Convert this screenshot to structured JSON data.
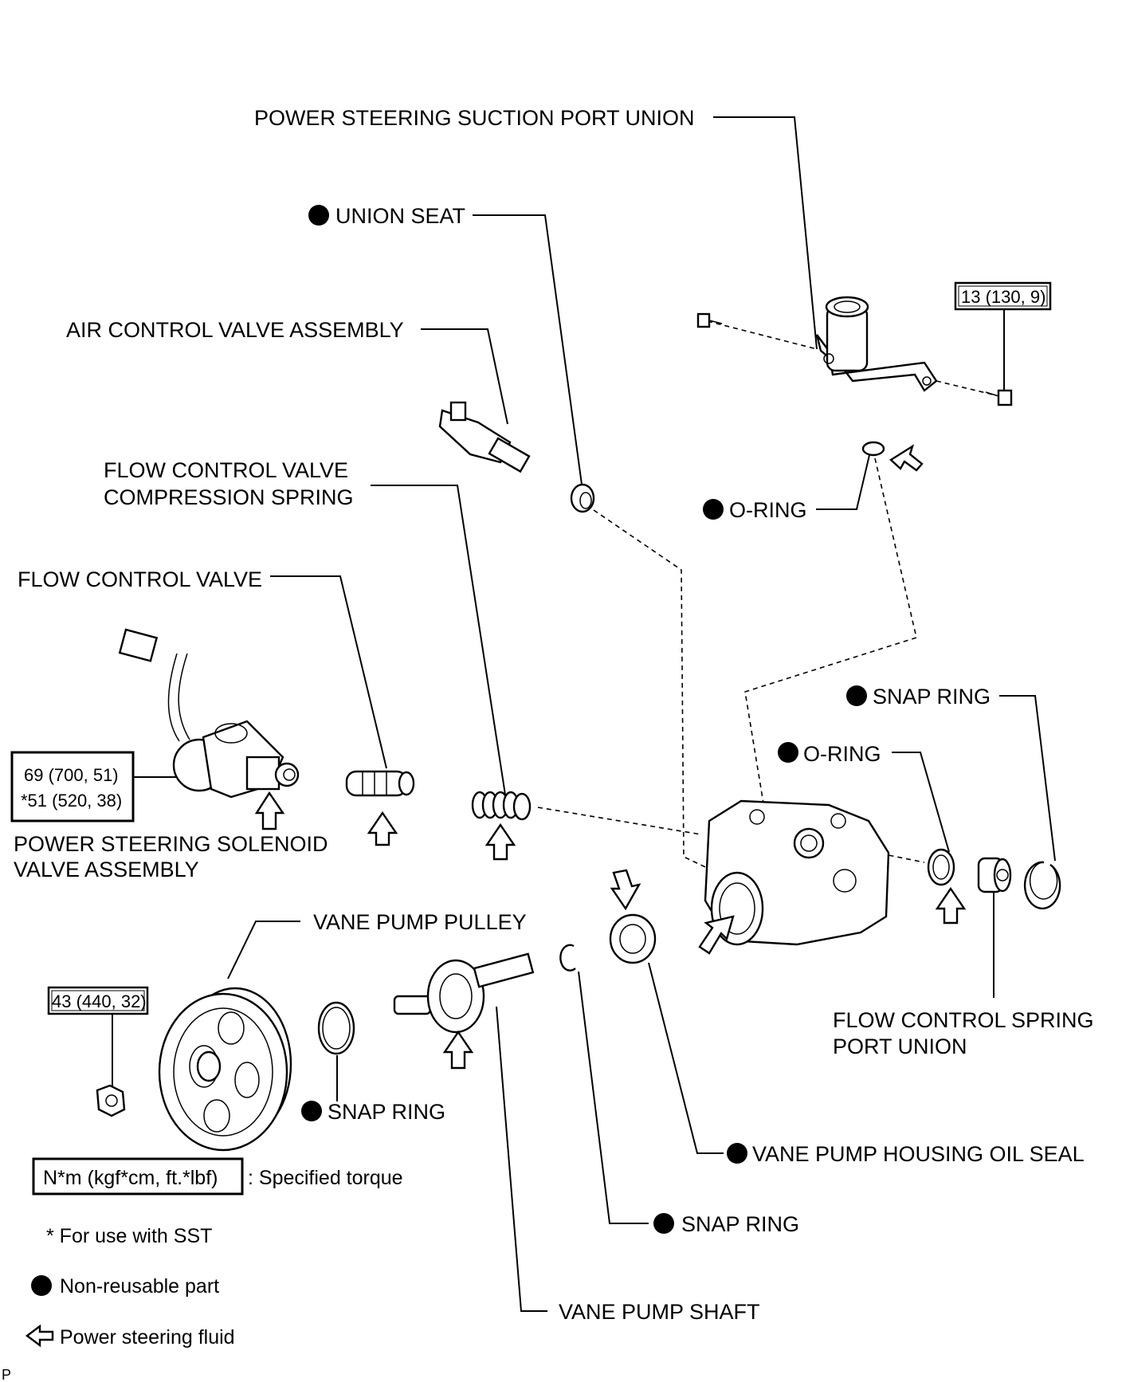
{
  "labels": {
    "suction_port_union": "POWER STEERING SUCTION PORT UNION",
    "union_seat": "UNION SEAT",
    "air_control_valve": "AIR CONTROL VALVE ASSEMBLY",
    "fcv_spring_line1": "FLOW CONTROL VALVE",
    "fcv_spring_line2": "COMPRESSION SPRING",
    "flow_control_valve": "FLOW CONTROL VALVE",
    "o_ring_upper": "O-RING",
    "snap_ring_right": "SNAP RING",
    "o_ring_mid": "O-RING",
    "solenoid_line1": "POWER STEERING SOLENOID",
    "solenoid_line2": "VALVE ASSEMBLY",
    "fc_spring_port_union_line1": "FLOW CONTROL SPRING",
    "fc_spring_port_union_line2": "PORT UNION",
    "vane_pump_pulley": "VANE PUMP PULLEY",
    "snap_ring_pulley": "SNAP RING",
    "housing_oil_seal": "VANE PUMP HOUSING OIL SEAL",
    "snap_ring_lower": "SNAP RING",
    "vane_pump_shaft": "VANE PUMP SHAFT",
    "corner_mark": "P"
  },
  "torques": {
    "suction_union_bolt": "13 (130, 9)",
    "solenoid_line1": "69 (700, 51)",
    "solenoid_line2": "*51 (520, 38)",
    "pulley_nut": "43 (440, 32)"
  },
  "legend": {
    "torque_unit": "N*m (kgf*cm, ft.*lbf)",
    "torque_desc": ": Specified torque",
    "sst_note": "* For use with SST",
    "non_reusable": "Non-reusable part",
    "fluid": "Power steering fluid"
  },
  "icons": {
    "non_reusable_marker": "filled-circle",
    "fluid_marker": "hollow-arrow-left"
  }
}
